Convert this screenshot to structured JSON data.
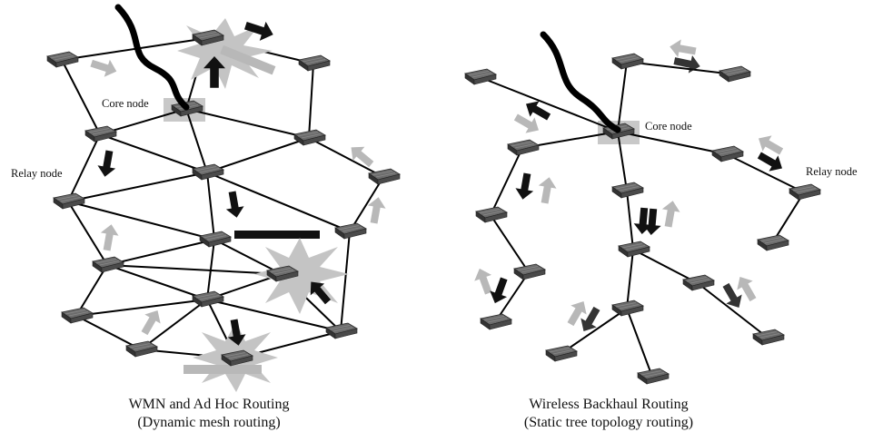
{
  "left_diagram": {
    "core_label": "Core node",
    "relay_label": "Relay node",
    "caption_line1": "WMN and Ad Hoc Routing",
    "caption_line2": "(Dynamic mesh routing)"
  },
  "right_diagram": {
    "core_label": "Core node",
    "relay_label": "Relay node",
    "caption_line1": "Wireless Backhaul Routing",
    "caption_line2": "(Static tree topology routing)"
  },
  "colors": {
    "node_body": "#4a4a4a",
    "node_top": "#6b6b6b",
    "link": "#000000",
    "arrow_dark": "#111111",
    "arrow_light": "#b8b8b8",
    "core_highlight": "#c8c8c8",
    "failure_burst": "#c4c4c4"
  }
}
